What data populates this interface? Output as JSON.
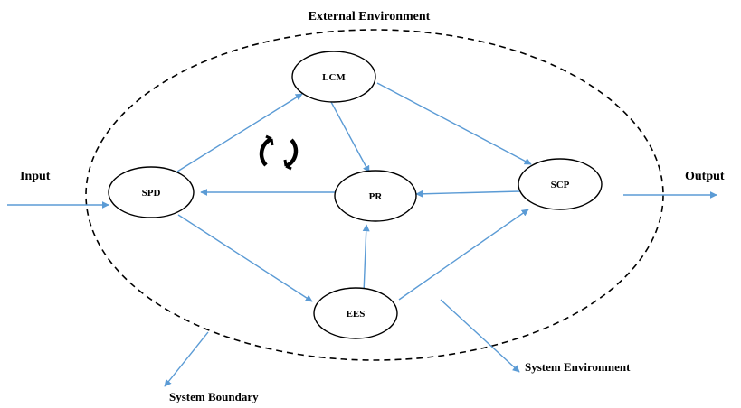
{
  "diagram": {
    "external_environment": "External Environment",
    "input": "Input",
    "output": "Output",
    "system_boundary": "System Boundary",
    "system_environment": "System Environment",
    "nodes": {
      "lcm": "LCM",
      "spd": "SPD",
      "pr": "PR",
      "scp": "SCP",
      "ees": "EES"
    },
    "colors": {
      "arrow": "#5b9bd5",
      "boundary": "#000000",
      "node_stroke": "#000000",
      "node_fill": "#ffffff"
    }
  }
}
